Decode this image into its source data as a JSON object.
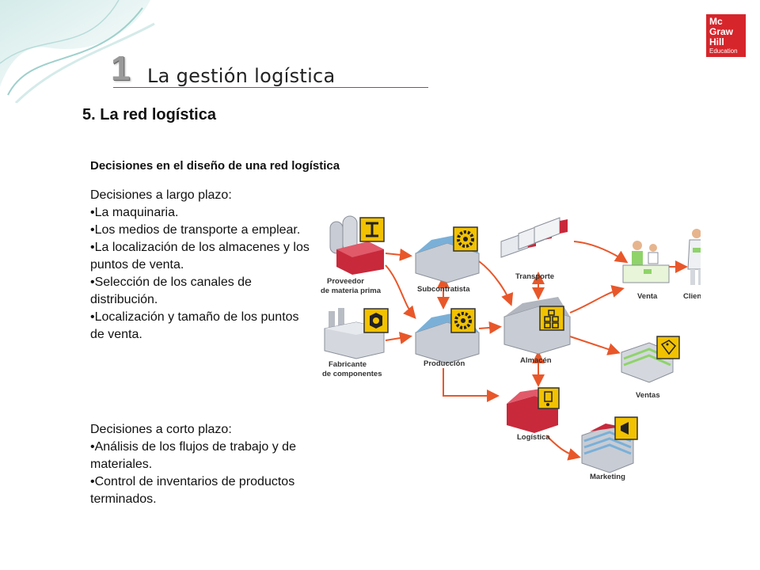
{
  "header": {
    "chapter_number": "1",
    "chapter_title": "La gestión logística",
    "logo_lines": [
      "Mc",
      "Graw",
      "Hill",
      "Education"
    ]
  },
  "section_title": "5. La red logística",
  "subtitle": "Decisiones en el diseño de una red logística",
  "long_term": {
    "heading": "Decisiones a largo plazo:",
    "items": [
      "•La maquinaria.",
      "•Los medios de transporte a emplear.",
      "•La localización de los almacenes y los puntos de venta.",
      "•Selección de los canales de distribución.",
      "•Localización y tamaño de los puntos de venta."
    ]
  },
  "short_term": {
    "heading": "Decisiones a corto plazo:",
    "items": [
      "•Análisis de los flujos de trabajo y de materiales.",
      "•Control de inventarios de productos terminados."
    ]
  },
  "diagram": {
    "nodes": {
      "proveedor": [
        "Proveedor",
        "de materia prima"
      ],
      "fabricante": [
        "Fabricante",
        "de componentes"
      ],
      "subcontratista": "Subcontratista",
      "produccion": "Producción",
      "transporte": "Transporte",
      "almacen": "Almacén",
      "logistica": "Logística",
      "venta": "Venta",
      "cliente": "Cliente",
      "ventas": "Ventas",
      "marketing": "Marketing"
    },
    "colors": {
      "arrow": "#e8572a",
      "badge": "#f2c200",
      "roof": "#7ab0d8",
      "wall": "#c8ccd4",
      "red": "#c8293b"
    }
  }
}
